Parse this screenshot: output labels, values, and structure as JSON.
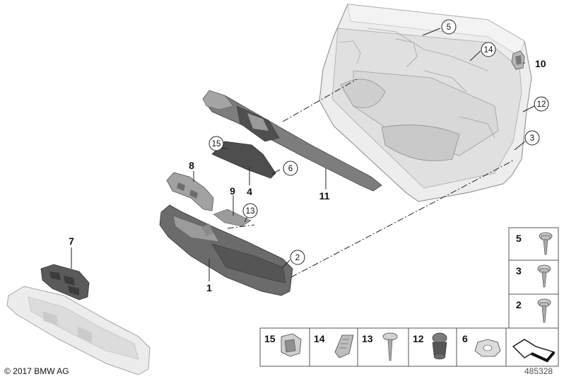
{
  "diagram": {
    "copyright": "© 2017 BMW AG",
    "diagram_number": "485328"
  },
  "callouts": {
    "p1": "1",
    "p2": "2",
    "p3": "3",
    "p4": "4",
    "p5": "5",
    "p6": "6",
    "p7": "7",
    "p8": "8",
    "p9": "9",
    "p10": "10",
    "p11": "11",
    "p12": "12",
    "p13": "13",
    "p14": "14",
    "p15": "15"
  },
  "legend_side": [
    "5",
    "3",
    "2"
  ],
  "legend_bottom": [
    "15",
    "14",
    "13",
    "12",
    "6"
  ],
  "colors": {
    "panel_light": "#e9e9e9",
    "panel_mid": "#d2d2d2",
    "trim_dark": "#5c5c5c",
    "trim_mid": "#8a8a8a"
  }
}
